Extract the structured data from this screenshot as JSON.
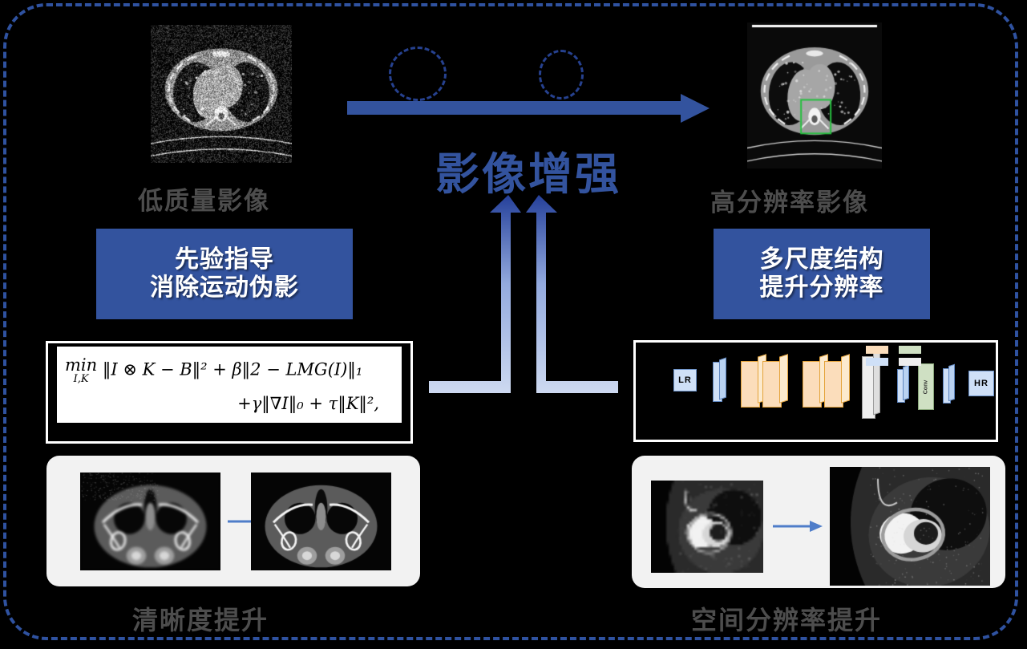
{
  "figure": {
    "theme_color": "#33539e",
    "frame_color": "#2f52a0",
    "background": "#000000"
  },
  "center": {
    "main_arrow_label": "影像增强",
    "arrow_color": "#33539e"
  },
  "left": {
    "source_caption": "低质量影像",
    "badge_line1": "先验指导",
    "badge_line2": "消除运动伪影",
    "formula": {
      "min_operator": "min",
      "min_subscript": "I,K",
      "line1": "‖I ⊗ K − B‖² + β‖2 − LMG(I)‖₁",
      "line2": "+γ‖∇I‖₀ + τ‖K‖²,"
    },
    "result_caption": "清晰度提升"
  },
  "right": {
    "target_caption": "高分辨率影像",
    "badge_line1": "多尺度结构",
    "badge_line2": "提升分辨率",
    "network": {
      "input_label": "LR",
      "output_label": "HR",
      "middle_label": "Conv",
      "legend": [
        {
          "name": "conv-orange",
          "color": "#fbddbb"
        },
        {
          "name": "conv-green",
          "color": "#cfe0c3"
        },
        {
          "name": "conv-blue",
          "color": "#cfe0f7"
        },
        {
          "name": "conv-gray",
          "color": "#eeeeee"
        }
      ]
    },
    "result_caption": "空间分辨率提升"
  }
}
